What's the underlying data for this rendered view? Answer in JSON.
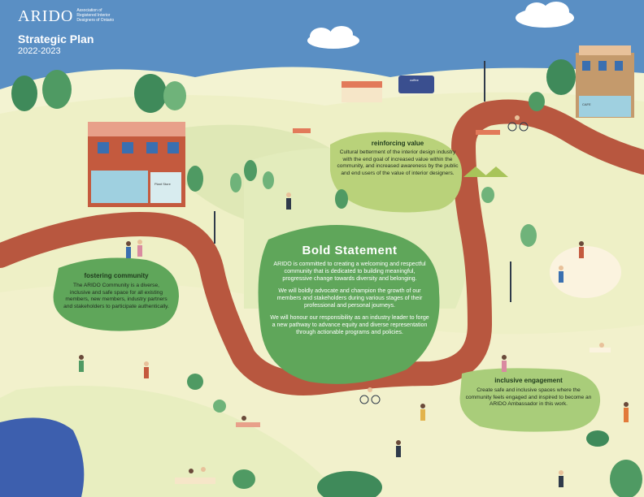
{
  "header": {
    "logo_word": "ARIDO",
    "logo_desc": "Association of Registered Interior Designers of Ontario",
    "title": "Strategic Plan",
    "years": "2022-2023"
  },
  "sections": {
    "bold_statement": {
      "heading": "Bold Statement",
      "paragraphs": [
        "ARIDO is committed to creating a welcoming and respectful community that is dedicated to building meaningful, progressive change towards diversity and belonging.",
        "We will boldly advocate and champion the growth of our members and stakeholders during various stages of their professional and personal journeys.",
        "We will honour our responsibility as an industry leader to forge a new pathway to advance equity and diverse representation through actionable programs and policies."
      ]
    },
    "reinforcing_value": {
      "heading": "reinforcing value",
      "body": "Cultural betterment of the interior design industry with the end goal of increased value within the community, and increased awareness by the public and end users of the value of interior designers."
    },
    "fostering_community": {
      "heading": "fostering community",
      "body": "The ARIDO Community is a diverse, inclusive and safe space for all existing members, new members, industry partners and stakeholders to participate authentically."
    },
    "inclusive_engagement": {
      "heading": "inclusive engagement",
      "body": "Create safe and inclusive spaces where the community feels engaged and inspired to become an ARIDO Ambassador in this work."
    }
  },
  "signs": {
    "plant_store": "Plant Store",
    "cafe": "CAFE",
    "coffee": "coffee"
  },
  "colors": {
    "sky": "#5a8fc4",
    "ground": "#eef0c6",
    "path": "#b8573f",
    "blob_green": "#5fa65a",
    "blob_light": "#b9d27a",
    "pond": "#3d5fae"
  }
}
